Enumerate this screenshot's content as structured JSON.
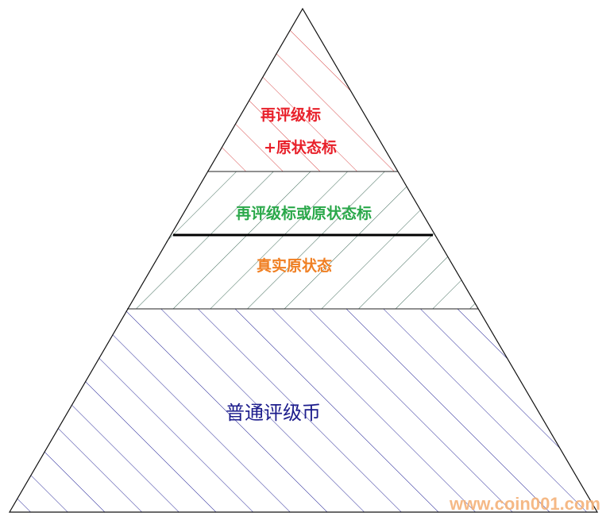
{
  "tiers": [
    {
      "label_line1": "再评级标",
      "label_line2": "+原状态标",
      "color": "#e8202a",
      "hatch_color": "#d84a4a"
    },
    {
      "label": "再评级标或原状态标",
      "color": "#2aa84a",
      "hatch_color": "#3f6b5a"
    },
    {
      "label": "真实原状态",
      "color": "#f07f22",
      "hatch_color": "#3f6b5a"
    },
    {
      "label": "普通评级币",
      "color": "#1c1c8c",
      "hatch_color": "#2a2a9a"
    }
  ],
  "watermark": "www.coin001.com"
}
